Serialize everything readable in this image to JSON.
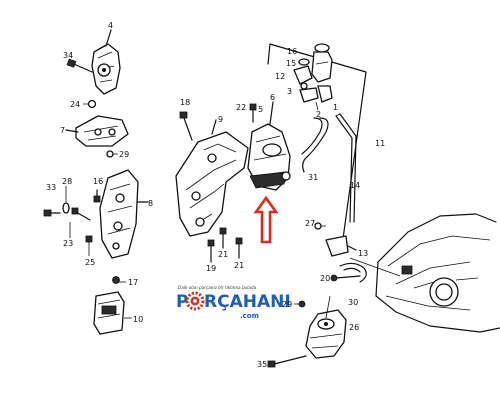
{
  "callouts": [
    {
      "label": "4"
    },
    {
      "label": "34"
    },
    {
      "label": "24"
    },
    {
      "label": "7"
    },
    {
      "label": "29"
    },
    {
      "label": "33"
    },
    {
      "label": "28"
    },
    {
      "label": "16"
    },
    {
      "label": "8"
    },
    {
      "label": "23"
    },
    {
      "label": "25"
    },
    {
      "label": "17"
    },
    {
      "label": "10"
    },
    {
      "label": "18"
    },
    {
      "label": "9"
    },
    {
      "label": "22"
    },
    {
      "label": "5"
    },
    {
      "label": "6"
    },
    {
      "label": "19"
    },
    {
      "label": "21"
    },
    {
      "label": "21"
    },
    {
      "label": "16"
    },
    {
      "label": "15"
    },
    {
      "label": "12"
    },
    {
      "label": "3"
    },
    {
      "label": "2"
    },
    {
      "label": "1"
    },
    {
      "label": "11"
    },
    {
      "label": "31"
    },
    {
      "label": "14"
    },
    {
      "label": "27"
    },
    {
      "label": "13"
    },
    {
      "label": "20"
    },
    {
      "label": "30"
    },
    {
      "label": "29"
    },
    {
      "label": "26"
    },
    {
      "label": "35"
    }
  ],
  "watermark": {
    "tagline": "Daik olan parçanız bir tıklama bulada",
    "brand_left": "P",
    "brand_right": "RÇAHANI",
    "domain": ".com"
  },
  "arrow_color": "#e0281e",
  "brand_color": "#1f5fb0"
}
